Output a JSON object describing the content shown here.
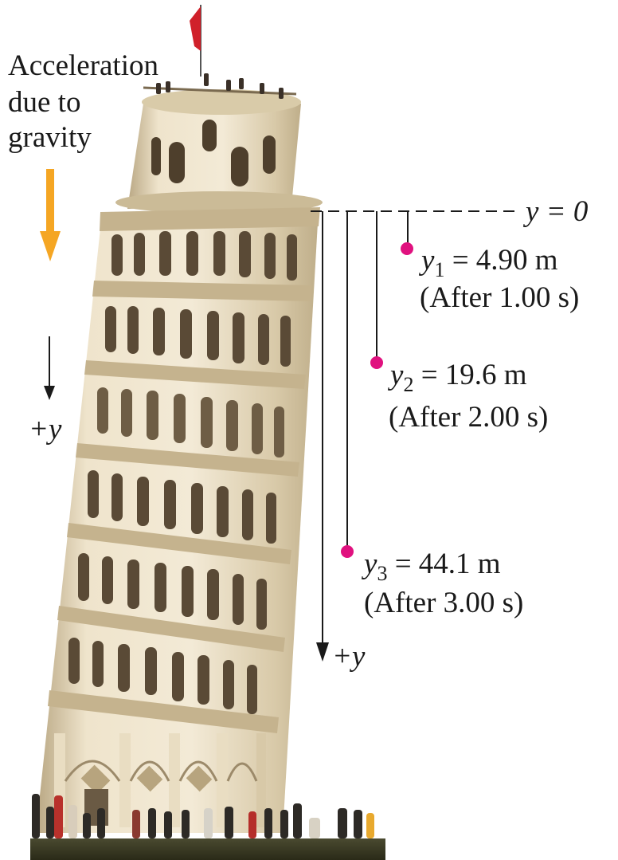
{
  "gravity_label": {
    "line1": "Acceleration",
    "line2": "due to",
    "line3": "gravity"
  },
  "axis": {
    "left_label": "+y",
    "right_label": "+y",
    "origin_label": "y = 0"
  },
  "positions": [
    {
      "var": "y",
      "sub": "1",
      "value": "= 4.90 m",
      "time": "(After 1.00 s)"
    },
    {
      "var": "y",
      "sub": "2",
      "value": "= 19.6 m",
      "time": "(After 2.00 s)"
    },
    {
      "var": "y",
      "sub": "3",
      "value": "= 44.1 m",
      "time": "(After 3.00 s)"
    }
  ],
  "colors": {
    "gravity_arrow": "#f5a623",
    "marker": "#e0117f",
    "ink": "#1a1a1a",
    "stone": "#e6d9bf",
    "stone_shadow": "#c9b894",
    "arch_dark": "#5a4a36",
    "flag": "#d0202a"
  },
  "icons": {
    "gravity_arrow": "down-arrow-icon",
    "tower": "leaning-tower-of-pisa",
    "flag": "flag-icon"
  }
}
